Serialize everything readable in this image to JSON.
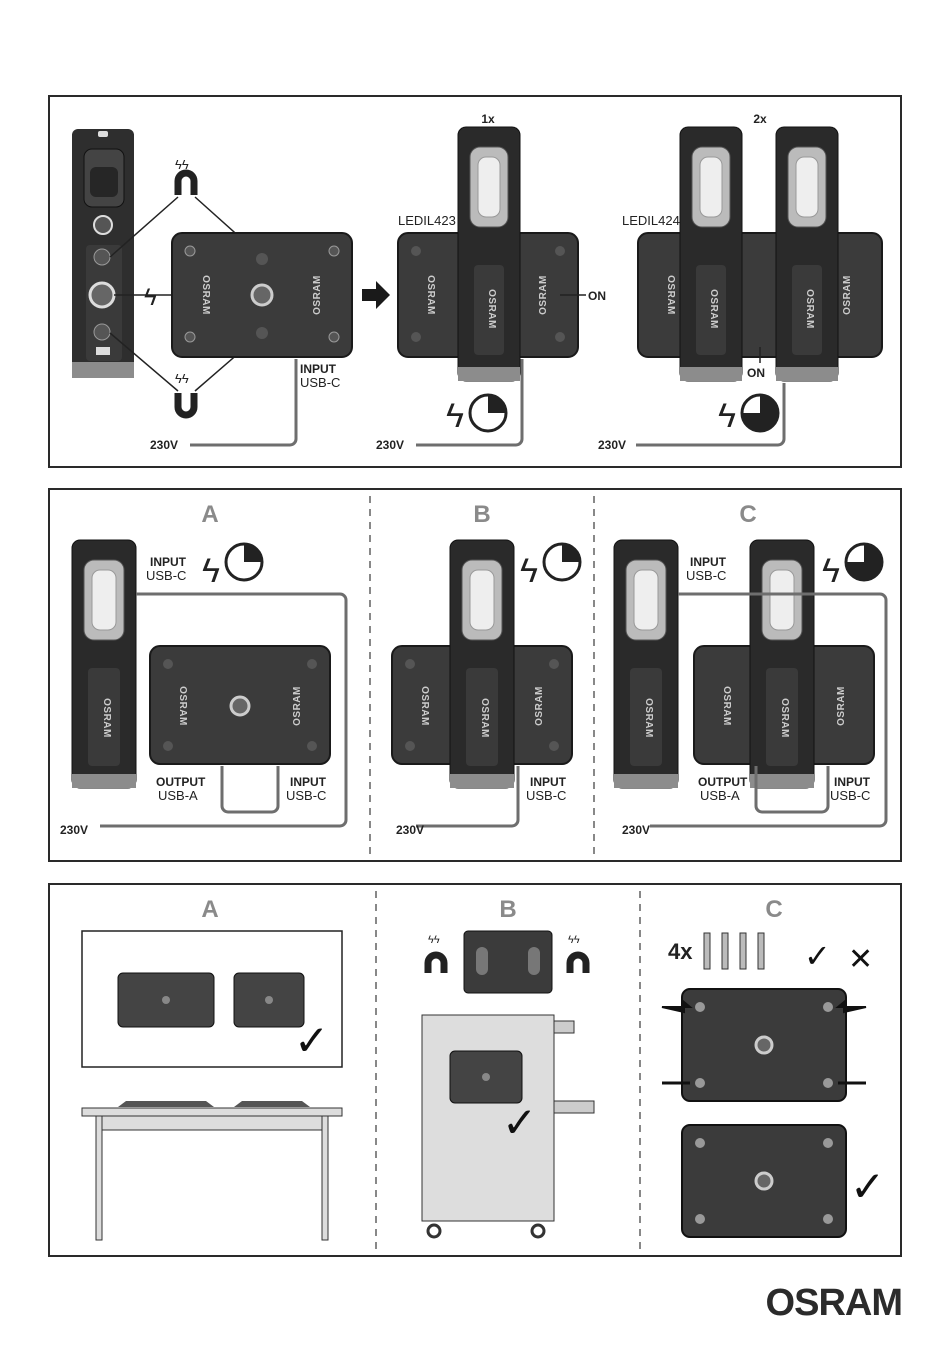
{
  "panel1": {
    "count_1x": "1x",
    "count_2x": "2x",
    "model_423": "LEDIL423",
    "model_424": "LEDIL424",
    "input": "INPUT",
    "usb_c": "USB-C",
    "on": "ON",
    "voltage": "230V",
    "brand": "OSRAM"
  },
  "panel2": {
    "section_a": "A",
    "section_b": "B",
    "section_c": "C",
    "input": "INPUT",
    "output": "OUTPUT",
    "usb_c": "USB-C",
    "usb_a": "USB-A",
    "voltage": "230V",
    "brand": "OSRAM"
  },
  "panel3": {
    "section_a": "A",
    "section_b": "B",
    "section_c": "C",
    "screw_count": "4x"
  },
  "footer": {
    "logo": "OSRAM"
  },
  "colors": {
    "device_dark": "#2e2e2e",
    "device_mid": "#4a4a4a",
    "accent_grey": "#8a8a8a",
    "cable": "#6e6e6e"
  }
}
